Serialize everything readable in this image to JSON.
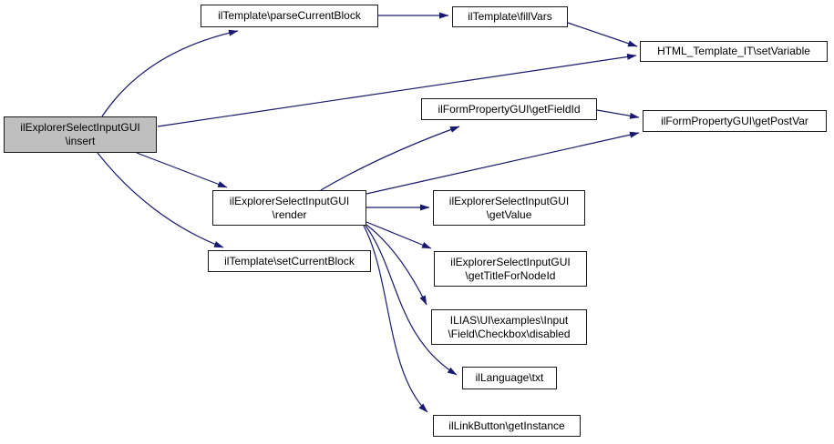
{
  "diagram": {
    "kind": "call-graph",
    "colors": {
      "background": "#ffffff",
      "edge": "#191970",
      "node_border": "#1a1a1a",
      "node_fill": "#ffffff",
      "highlight_fill": "#bfbfbf",
      "text": "#000000"
    },
    "nodes": [
      {
        "id": "insert",
        "label": "ilExplorerSelectInputGUI\\insert",
        "lines": [
          "ilExplorerSelectInputGUI",
          "\\insert"
        ],
        "highlighted": true
      },
      {
        "id": "parseCurrentBlock",
        "label": "ilTemplate\\parseCurrentBlock",
        "lines": [
          "ilTemplate\\parseCurrentBlock"
        ],
        "highlighted": false
      },
      {
        "id": "fillVars",
        "label": "ilTemplate\\fillVars",
        "lines": [
          "ilTemplate\\fillVars"
        ],
        "highlighted": false
      },
      {
        "id": "setVariable",
        "label": "HTML_Template_IT\\setVariable",
        "lines": [
          "HTML_Template_IT\\setVariable"
        ],
        "highlighted": false
      },
      {
        "id": "getFieldId",
        "label": "ilFormPropertyGUI\\getFieldId",
        "lines": [
          "ilFormPropertyGUI\\getFieldId"
        ],
        "highlighted": false
      },
      {
        "id": "getPostVar",
        "label": "ilFormPropertyGUI\\getPostVar",
        "lines": [
          "ilFormPropertyGUI\\getPostVar"
        ],
        "highlighted": false
      },
      {
        "id": "render",
        "label": "ilExplorerSelectInputGUI\\render",
        "lines": [
          "ilExplorerSelectInputGUI",
          "\\render"
        ],
        "highlighted": false
      },
      {
        "id": "getValue",
        "label": "ilExplorerSelectInputGUI\\getValue",
        "lines": [
          "ilExplorerSelectInputGUI",
          "\\getValue"
        ],
        "highlighted": false
      },
      {
        "id": "setCurrentBlock",
        "label": "ilTemplate\\setCurrentBlock",
        "lines": [
          "ilTemplate\\setCurrentBlock"
        ],
        "highlighted": false
      },
      {
        "id": "getTitleForNodeId",
        "label": "ilExplorerSelectInputGUI\\getTitleForNodeId",
        "lines": [
          "ilExplorerSelectInputGUI",
          "\\getTitleForNodeId"
        ],
        "highlighted": false
      },
      {
        "id": "checkboxDisabled",
        "label": "ILIAS\\UI\\examples\\Input\\Field\\Checkbox\\disabled",
        "lines": [
          "ILIAS\\UI\\examples\\Input",
          "\\Field\\Checkbox\\disabled"
        ],
        "highlighted": false
      },
      {
        "id": "langTxt",
        "label": "ilLanguage\\txt",
        "lines": [
          "ilLanguage\\txt"
        ],
        "highlighted": false
      },
      {
        "id": "linkButton",
        "label": "ilLinkButton\\getInstance",
        "lines": [
          "ilLinkButton\\getInstance"
        ],
        "highlighted": false
      }
    ],
    "edges": [
      {
        "from": "insert",
        "to": "parseCurrentBlock"
      },
      {
        "from": "insert",
        "to": "setVariable"
      },
      {
        "from": "insert",
        "to": "render"
      },
      {
        "from": "insert",
        "to": "setCurrentBlock"
      },
      {
        "from": "parseCurrentBlock",
        "to": "fillVars"
      },
      {
        "from": "fillVars",
        "to": "setVariable"
      },
      {
        "from": "render",
        "to": "getFieldId"
      },
      {
        "from": "getFieldId",
        "to": "getPostVar"
      },
      {
        "from": "render",
        "to": "getPostVar"
      },
      {
        "from": "render",
        "to": "getValue"
      },
      {
        "from": "render",
        "to": "getTitleForNodeId"
      },
      {
        "from": "render",
        "to": "checkboxDisabled"
      },
      {
        "from": "render",
        "to": "langTxt"
      },
      {
        "from": "render",
        "to": "linkButton"
      }
    ]
  }
}
